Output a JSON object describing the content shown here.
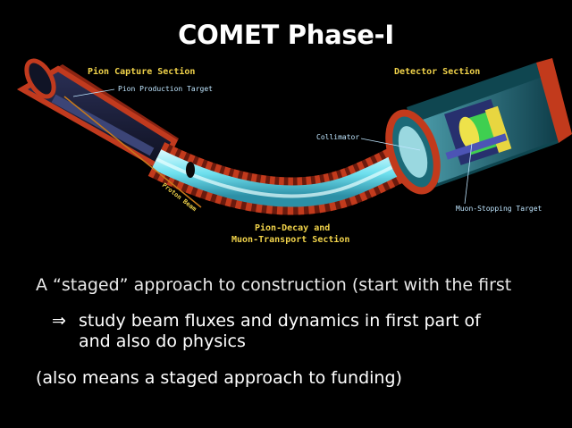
{
  "slide": {
    "title": "COMET Phase-I"
  },
  "diagram": {
    "labels": {
      "pion_capture_section": "Pion Capture Section",
      "detector_section": "Detector Section",
      "pion_production_target": "Pion Production Target",
      "collimator": "Collimator",
      "proton_beam": "Proton Beam",
      "muon_stopping_target": "Muon-Stopping Target",
      "transport_line1": "Pion-Decay and",
      "transport_line2": "Muon-Transport Section"
    },
    "colors": {
      "label_yellow": "#f0d24a",
      "callout_blue": "#bfe6ff",
      "solenoid_red": "#b8321a",
      "beam_cyan": "#7fe8f0",
      "detector_green": "#4fd25a"
    }
  },
  "bullets": {
    "line1": "A “staged” approach to construction (start with the first",
    "line2_arrow": "⇒",
    "line2a": "study beam fluxes and dynamics in first part of",
    "line2b": "and also do physics",
    "line3": "(also means a staged approach to funding)"
  }
}
